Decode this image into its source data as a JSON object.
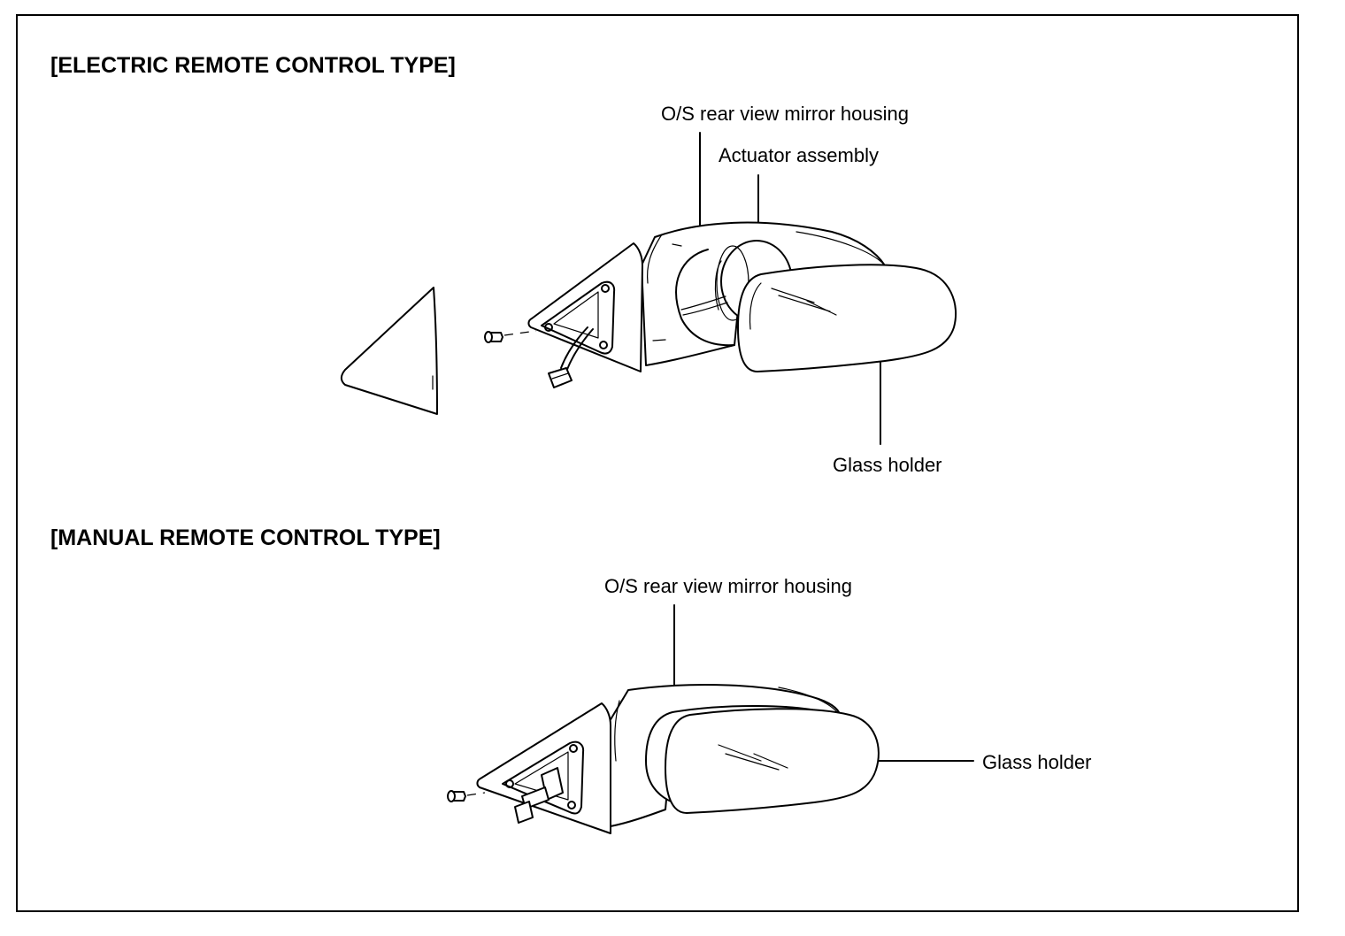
{
  "sections": {
    "electric": {
      "title": "[ELECTRIC REMOTE CONTROL TYPE]",
      "labels": {
        "housing": "O/S rear view mirror housing",
        "actuator": "Actuator assembly",
        "glass_holder": "Glass holder"
      }
    },
    "manual": {
      "title": "[MANUAL REMOTE CONTROL TYPE]",
      "labels": {
        "housing": "O/S rear view mirror housing",
        "glass_holder": "Glass holder"
      }
    }
  }
}
